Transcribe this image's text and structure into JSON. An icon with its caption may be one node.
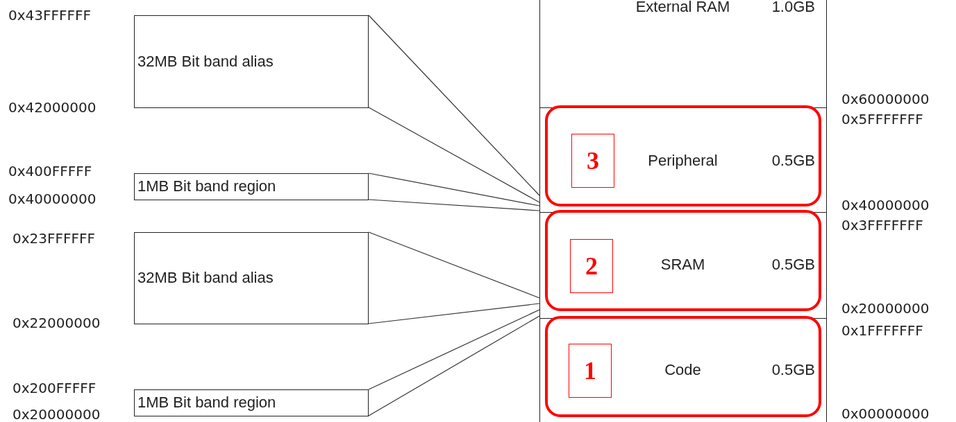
{
  "diagram": {
    "nodes": [
      {
        "text": [
          "External RAM",
          "1.0GB"
        ]
      },
      {
        "text": [
          "Peripheral",
          "0.5GB"
        ]
      },
      {
        "text": [
          "3"
        ],
        "in": 1
      },
      {
        "text": [
          "SRAM",
          "0.5GB"
        ]
      },
      {
        "text": [
          "2"
        ],
        "in": 3
      },
      {
        "text": [
          "Code",
          "0.5GB"
        ]
      },
      {
        "text": [
          "1"
        ],
        "in": 5
      },
      {
        "text": [
          "32MB Bit band alias"
        ]
      },
      {
        "text": [
          "1MB Bit band region"
        ]
      },
      {
        "text": [
          "32MB Bit band alias"
        ]
      },
      {
        "text": [
          "1MB Bit band region"
        ]
      }
    ],
    "edges": [
      {
        "from": 7,
        "to": 1,
        "arrow": "none"
      },
      {
        "from": 7,
        "to": 1,
        "arrow": "none"
      },
      {
        "from": 8,
        "to": 1,
        "arrow": "none"
      },
      {
        "from": 8,
        "to": 1,
        "arrow": "none"
      },
      {
        "from": 9,
        "to": 3,
        "arrow": "none"
      },
      {
        "from": 9,
        "to": 3,
        "arrow": "none"
      },
      {
        "from": 10,
        "to": 3,
        "arrow": "none"
      },
      {
        "from": 10,
        "to": 3,
        "arrow": "none"
      }
    ],
    "labels": [
      "0x43FFFFFF",
      "0x42000000",
      "0x400FFFFF",
      "0x40000000",
      "0x23FFFFFF",
      "0x22000000",
      "0x200FFFFF",
      "0x20000000",
      "0x60000000",
      "0x5FFFFFFF",
      "0x40000000",
      "0x3FFFFFFF",
      "0x20000000",
      "0x1FFFFFFF",
      "0x00000000"
    ]
  }
}
